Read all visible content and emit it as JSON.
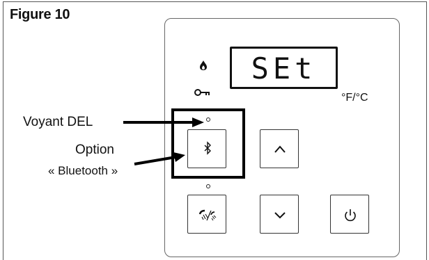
{
  "figure": {
    "title": "Figure 10"
  },
  "display": {
    "text": "SEt",
    "unit": "°F/°C"
  },
  "callouts": {
    "led_label": "Voyant DEL",
    "option_line1": "Option",
    "option_line2": "« Bluetooth »"
  },
  "icons": {
    "flame": "flame-icon",
    "key": "key-icon",
    "bluetooth": "bluetooth-icon",
    "up": "chevron-up-icon",
    "down": "chevron-down-icon",
    "power": "power-icon",
    "jets": "jets-light-icon"
  }
}
